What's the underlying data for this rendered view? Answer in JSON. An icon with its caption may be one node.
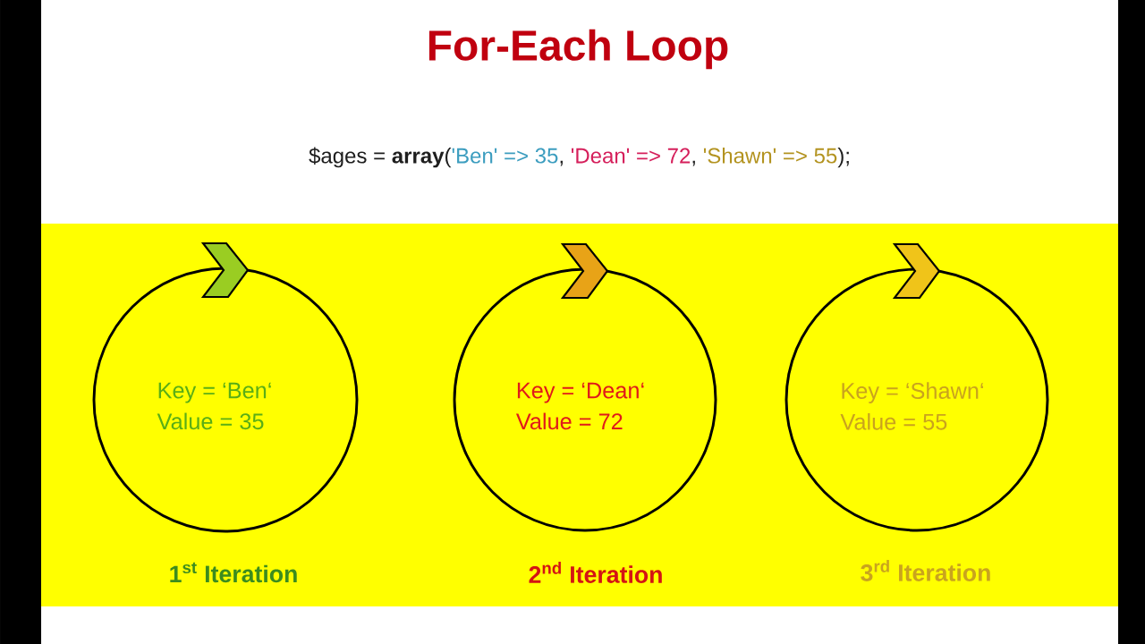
{
  "diagram": {
    "title": "For-Each Loop",
    "nodes": [
      {
        "text": [
          "Key = ‘Ben‘",
          "Value = 35"
        ],
        "beside": [
          "1$^{st}$ Iteration"
        ]
      },
      {
        "text": [
          "Key = ‘Dean‘",
          "Value = 72"
        ],
        "beside": [
          "2$^{nd}$ Iteration"
        ]
      },
      {
        "text": [
          "Key = ‘Shawn‘",
          "Value = 55"
        ],
        "beside": [
          "3$^{rd}$ Iteration"
        ]
      }
    ],
    "labels": [
      "$ages = **array**(",
      "'Ben' => 35",
      ",",
      "'Dean' => 72",
      ",",
      "'Shawn' => 55",
      ");"
    ]
  }
}
